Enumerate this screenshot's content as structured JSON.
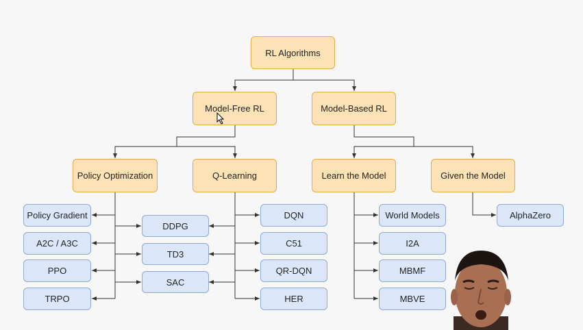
{
  "diagram": {
    "root": "RL Algorithms",
    "model_free": "Model-Free RL",
    "model_based": "Model-Based RL",
    "policy_optimization": "Policy Optimization",
    "q_learning": "Q-Learning",
    "learn_the_model": "Learn the Model",
    "given_the_model": "Given the Model",
    "policy_gradient": "Policy Gradient",
    "a2c_a3c": "A2C / A3C",
    "ppo": "PPO",
    "trpo": "TRPO",
    "ddpg": "DDPG",
    "td3": "TD3",
    "sac": "SAC",
    "dqn": "DQN",
    "c51": "C51",
    "qr_dqn": "QR-DQN",
    "her": "HER",
    "world_models": "World Models",
    "i2a": "I2A",
    "mbmf": "MBMF",
    "mbve": "MBVE",
    "alphazero": "AlphaZero"
  },
  "colors": {
    "category_fill": "#fde2b5",
    "category_border": "#e8a94a",
    "algorithm_fill": "#dbe7f8",
    "algorithm_border": "#8ea9d3",
    "edge": "#333333",
    "background": "#f7f7f7"
  }
}
